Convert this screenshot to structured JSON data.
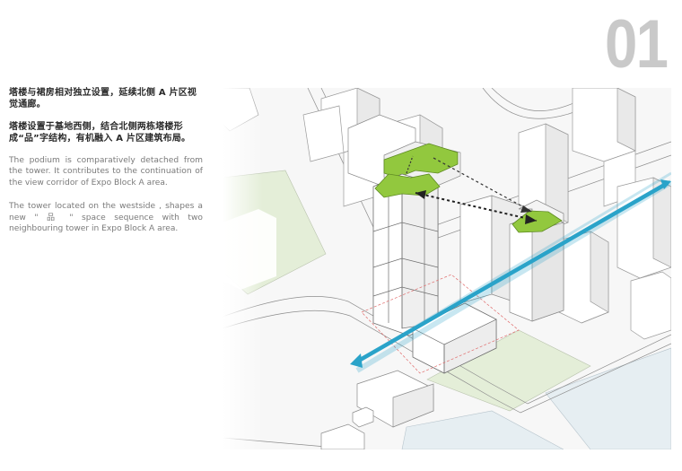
{
  "page": {
    "number": "01"
  },
  "description": {
    "cn_1": "塔楼与裙房相对独立设置，延续北侧 A 片区视觉通廊。",
    "cn_2": "塔楼设置于基地西侧，结合北侧两栋塔楼形成“品”字结构，有机融入 A 片区建筑布局。",
    "en_1": "The podium is comparatively detached from the tower. It contributes to the continuation of the view corridor of Expo Block A area.",
    "en_2": "The tower located on the westside , shapes a new \" 品 \" space sequence with two neighbouring tower in Expo Block A area."
  },
  "colors": {
    "corridor_arrow": "#2aa3c9",
    "green_roof": "#92c83e",
    "green_site": "#e4eed8",
    "water": "#e6eef2"
  }
}
